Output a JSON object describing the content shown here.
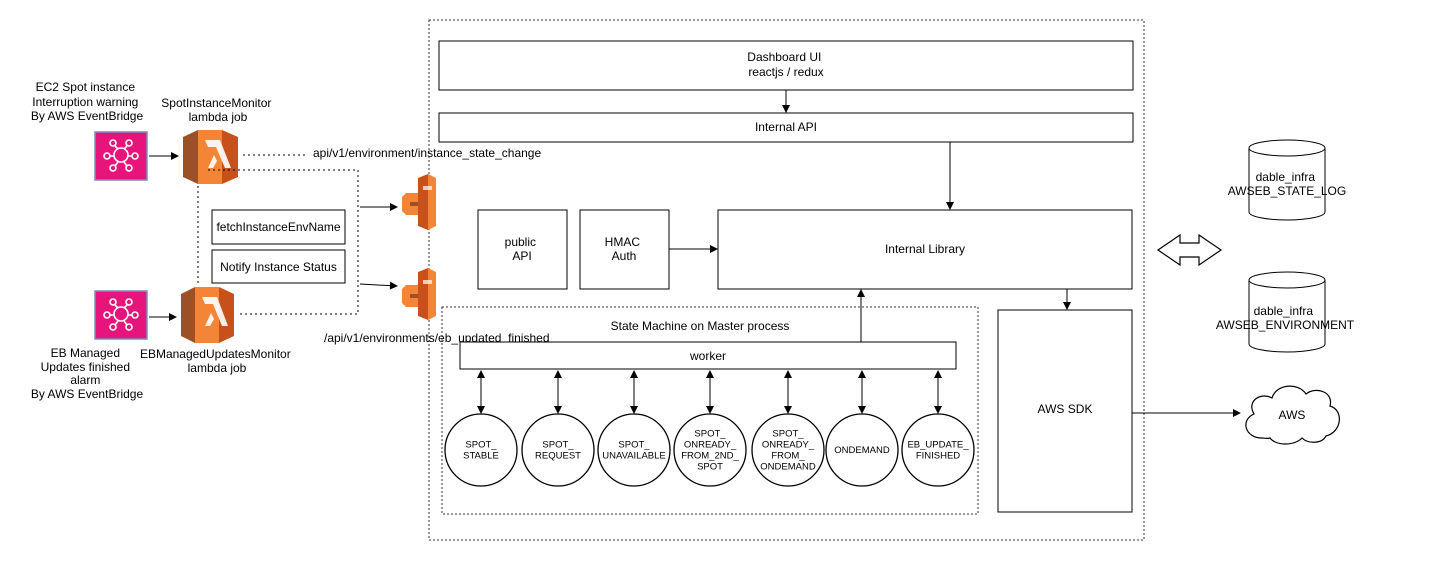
{
  "sources": {
    "ec2_event": [
      "EC2 Spot instance",
      "Interruption warning",
      "By AWS EventBridge"
    ],
    "spot_monitor": [
      "SpotInstanceMonitor",
      "lambda job"
    ],
    "eb_event": [
      "EB Managed",
      "Updates finished",
      "alarm",
      "By AWS EventBridge"
    ],
    "eb_monitor": [
      "EBManagedUpdatesMonitor",
      "lambda job"
    ]
  },
  "routes": {
    "instance_state_change": "api/v1/environment/instance_state_change",
    "eb_updated_finished": "/api/v1/environments/eb_updated_finished"
  },
  "steps": {
    "fetch_env_name": "fetchInstanceEnvName",
    "notify_status": "Notify Instance Status"
  },
  "master": {
    "dashboard": [
      "Dashboard UI",
      "reactjs / redux"
    ],
    "internal_api": "Internal API",
    "public_api": [
      "public",
      "API"
    ],
    "hmac_auth": [
      "HMAC",
      "Auth"
    ],
    "internal_library": "Internal Library",
    "state_machine_title": "State Machine on Master process",
    "worker": "worker",
    "aws_sdk": "AWS SDK"
  },
  "states": [
    [
      "SPOT_",
      "STABLE"
    ],
    [
      "SPOT_",
      "REQUEST"
    ],
    [
      "SPOT_",
      "UNAVAILABLE"
    ],
    [
      "SPOT_",
      "ONREADY_",
      "FROM_2ND_",
      "SPOT"
    ],
    [
      "SPOT_",
      "ONREADY_",
      "FROM_",
      "ONDEMAND"
    ],
    [
      "ONDEMAND"
    ],
    [
      "EB_UPDATE_",
      "FINISHED"
    ]
  ],
  "databases": [
    [
      "dable_infra",
      "AWSEB_STATE_LOG"
    ],
    [
      "dable_infra",
      "AWSEB_ENVIRONMENT"
    ]
  ],
  "cloud": "AWS",
  "colors": {
    "eventbridge": "#e7157b",
    "lambda_dark": "#9d5025",
    "lambda_mid": "#c8511b",
    "lambda_light": "#f58536",
    "frame": "#333333"
  },
  "icons": {
    "eventbridge": "eventbridge-icon",
    "lambda": "lambda-icon",
    "cloud": "cloud-icon",
    "database": "database-icon"
  }
}
